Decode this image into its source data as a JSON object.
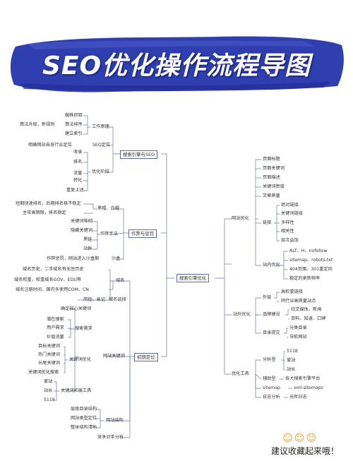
{
  "title": "SEO优化操作流程导图",
  "footer": {
    "emoji": "☺☺☺",
    "note": "建议收藏起来哦！"
  },
  "nodes": {
    "center": "搜索引擎优化",
    "b1": "搜索引擎与SEO",
    "b1_1": "工作原理",
    "b1_1_items": [
      "蜘蛛抓取",
      "算法排序",
      "建立索引"
    ],
    "b1_1_note": "算法升级，新规则",
    "b1_2": "SEO定位",
    "b1_2_note": "明确网站自身行业定位",
    "b1_3": "优化阶段",
    "b1_3_items": [
      "收录",
      "排名",
      "流量",
      "转化",
      "重复上述"
    ],
    "b2": "作弊与惩罚",
    "b2_1": "黑帽、白帽",
    "b2_1_items": [
      "短期快速排名，后期排名极不稳定",
      "主攻高期限，排名稳定"
    ],
    "b2_2": "作弊手法",
    "b2_2_items": [
      "关键词堆砌",
      "隐藏关键词",
      "黑链",
      "站群"
    ],
    "b2_3": "沙盒",
    "b2_3_note": "作弊惩罚，网站进入沙盒期",
    "b3": "初期定位",
    "b3_1": "域名",
    "b3_1_items": [
      "域名历史，二手域名有无惩历史",
      "域名权重，权重域名GOV、EDU等",
      "域名注册时间，国内多使用COM、CN"
    ],
    "b3_2": "域名选择",
    "b3_2_note": "简短、易记",
    "b3_3": "网站关键词",
    "b3_3_note": "确定核心关键词",
    "b3_4": "搜索需求",
    "b3_4_items": [
      "潜在搜索",
      "用户需求",
      "价值流量"
    ],
    "b3_5": "关键词优化",
    "b3_5_items": [
      "目标关键词",
      "热门关键词",
      "长尾关键词",
      "关键词优化搜索"
    ],
    "b3_6": "关键词拓展工具",
    "b3_6_items": [
      "爱站",
      "站长",
      "5118"
    ],
    "b3_7": "网站结构",
    "b3_7_items": [
      "层级目录结构",
      "网站类型定位",
      "整体结构清晰"
    ],
    "b3_8": "竞争对手分析",
    "b4": "网站优化",
    "b4_1_items": [
      "页面标题",
      "页面关键词",
      "页面描述",
      "关键词密度",
      "文章质量"
    ],
    "b4_2": "链接",
    "b4_2_items": [
      "绝对链接",
      "关键词链接",
      "多样性",
      "相关性",
      "层次益加"
    ],
    "b4_3": "站内优化",
    "b4_3_items": [
      "ALT、H、nofollow",
      "sitemap、robots.txt",
      "404页面、301重定向",
      "稳定的更新频率"
    ],
    "b5": "站外优化",
    "b5_1": "外链",
    "b5_1_items": [
      "高权重链接",
      "同行业高质量站点"
    ],
    "b5_2": "品牌建设",
    "b5_2_items": [
      "社交媒体、新闻",
      "百科、知道、口碑"
    ],
    "b5_3": "目录提交",
    "b5_3_items": [
      "分类目录",
      "导航网站"
    ],
    "b6": "优化工具",
    "b6_1": "分析型",
    "b6_1_items": [
      "5118",
      "爱站",
      "站长"
    ],
    "b6_2": "辅助型",
    "b6_2_note": "各大搜索引擎平台",
    "b6_3": "sitemap",
    "b6_3_note": "xml-sitemaps",
    "b6_4": "日志分析",
    "b6_4_note": "光年日志"
  }
}
